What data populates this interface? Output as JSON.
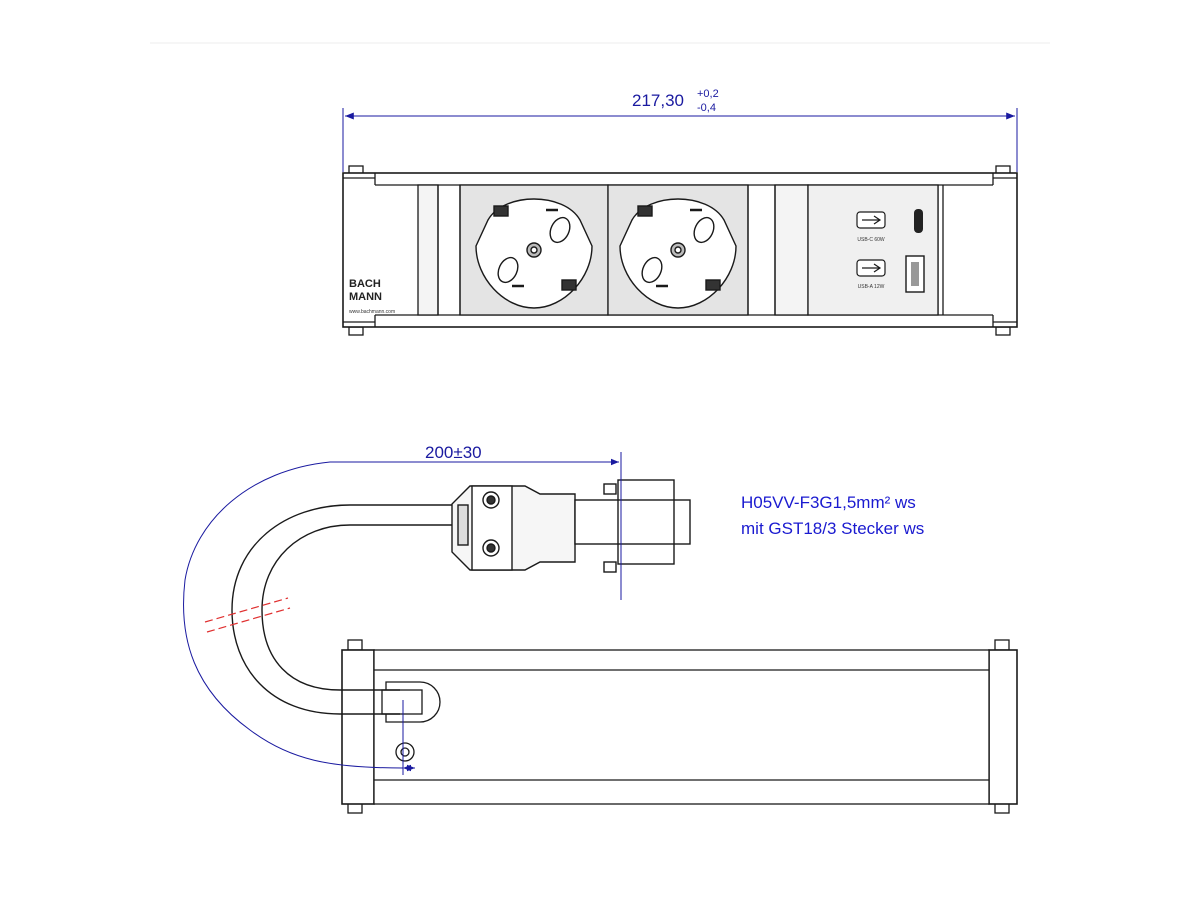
{
  "dimensions": {
    "width_main": "217,30",
    "width_tol_plus": "+0,2",
    "width_tol_minus": "-0,4",
    "cable_length": "200±30"
  },
  "brand": {
    "line1": "BACH",
    "line2": "MANN",
    "website": "www.bachmann.com"
  },
  "usb": {
    "label_c": "USB-C 60W",
    "label_a": "USB-A 12W"
  },
  "cable_note": {
    "line1": "H05VV-F3G1,5mm² ws",
    "line2": "mit GST18/3  Stecker ws"
  },
  "colors": {
    "outline": "#1a1a1a",
    "dimension": "#1a1aa0",
    "note": "#1a1ad0",
    "break_mark": "#e03030",
    "socket_fill": "#dcdcdc",
    "module_fill": "#f0f0f0"
  },
  "socket_icons": [
    "schuko-socket-icon",
    "schuko-socket-icon"
  ]
}
